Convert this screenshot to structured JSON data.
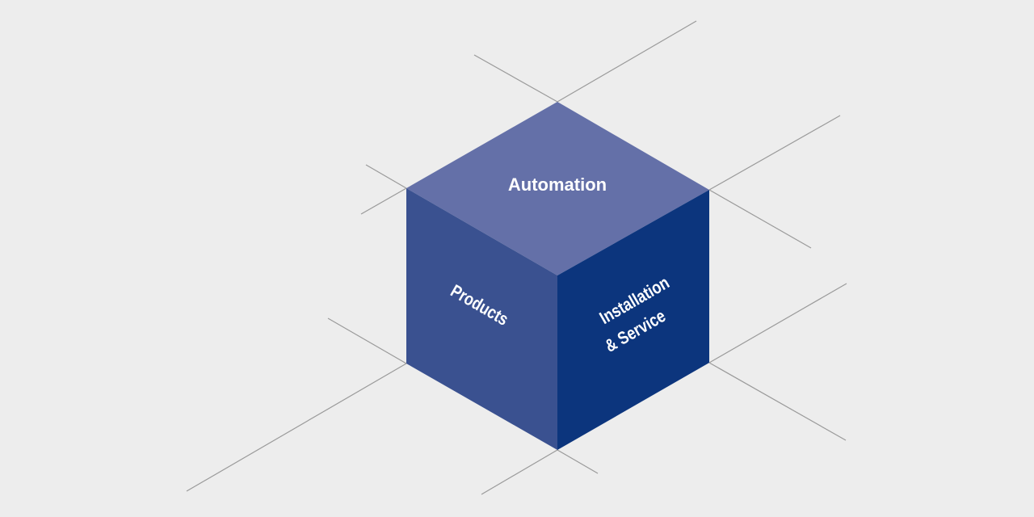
{
  "diagram": {
    "type": "isometric-cube",
    "background_color": "#ededed",
    "guide_line_color": "#9a9a9a",
    "faces": {
      "top": {
        "label": "Automation",
        "color": "#6470a8"
      },
      "left": {
        "label": "Products",
        "color": "#3a5190"
      },
      "right": {
        "label_line1": "Installation",
        "label_line2": "& Service",
        "color": "#0c357d"
      }
    }
  }
}
